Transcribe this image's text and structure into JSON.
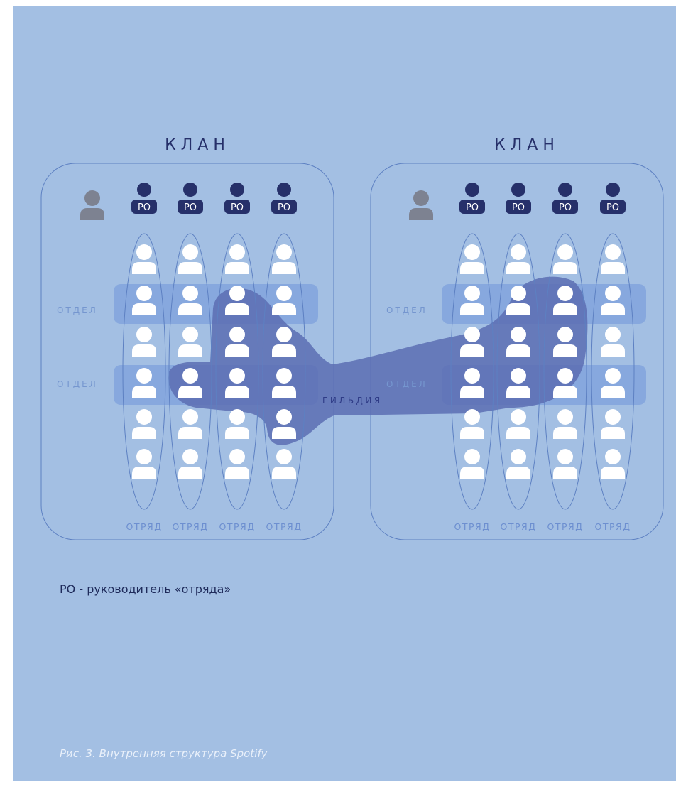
{
  "clans": [
    {
      "title": "КЛАН",
      "dept_labels": [
        "ОТДЕЛ",
        "ОТДЕЛ"
      ],
      "squad_labels": [
        "ОТРЯД",
        "ОТРЯД",
        "ОТРЯД",
        "ОТРЯД"
      ],
      "po_label": "PO"
    },
    {
      "title": "КЛАН",
      "dept_labels": [
        "ОТДЕЛ",
        "ОТДЕЛ"
      ],
      "squad_labels": [
        "ОТРЯД",
        "ОТРЯД",
        "ОТРЯД",
        "ОТРЯД"
      ],
      "po_label": "PO"
    }
  ],
  "guild_label": "ГИЛЬДИЯ",
  "legend": "PO - руководитель «отряда»",
  "caption": "Рис. 3. Внутренняя структура Spotify",
  "colors": {
    "background": "#a3bfe3",
    "dark": "#26306a",
    "guild": "#5c6db3",
    "department": "#7fa3dc",
    "agile_coach": "#7d8291",
    "member": "#ffffff",
    "label": "#5d80c2"
  }
}
